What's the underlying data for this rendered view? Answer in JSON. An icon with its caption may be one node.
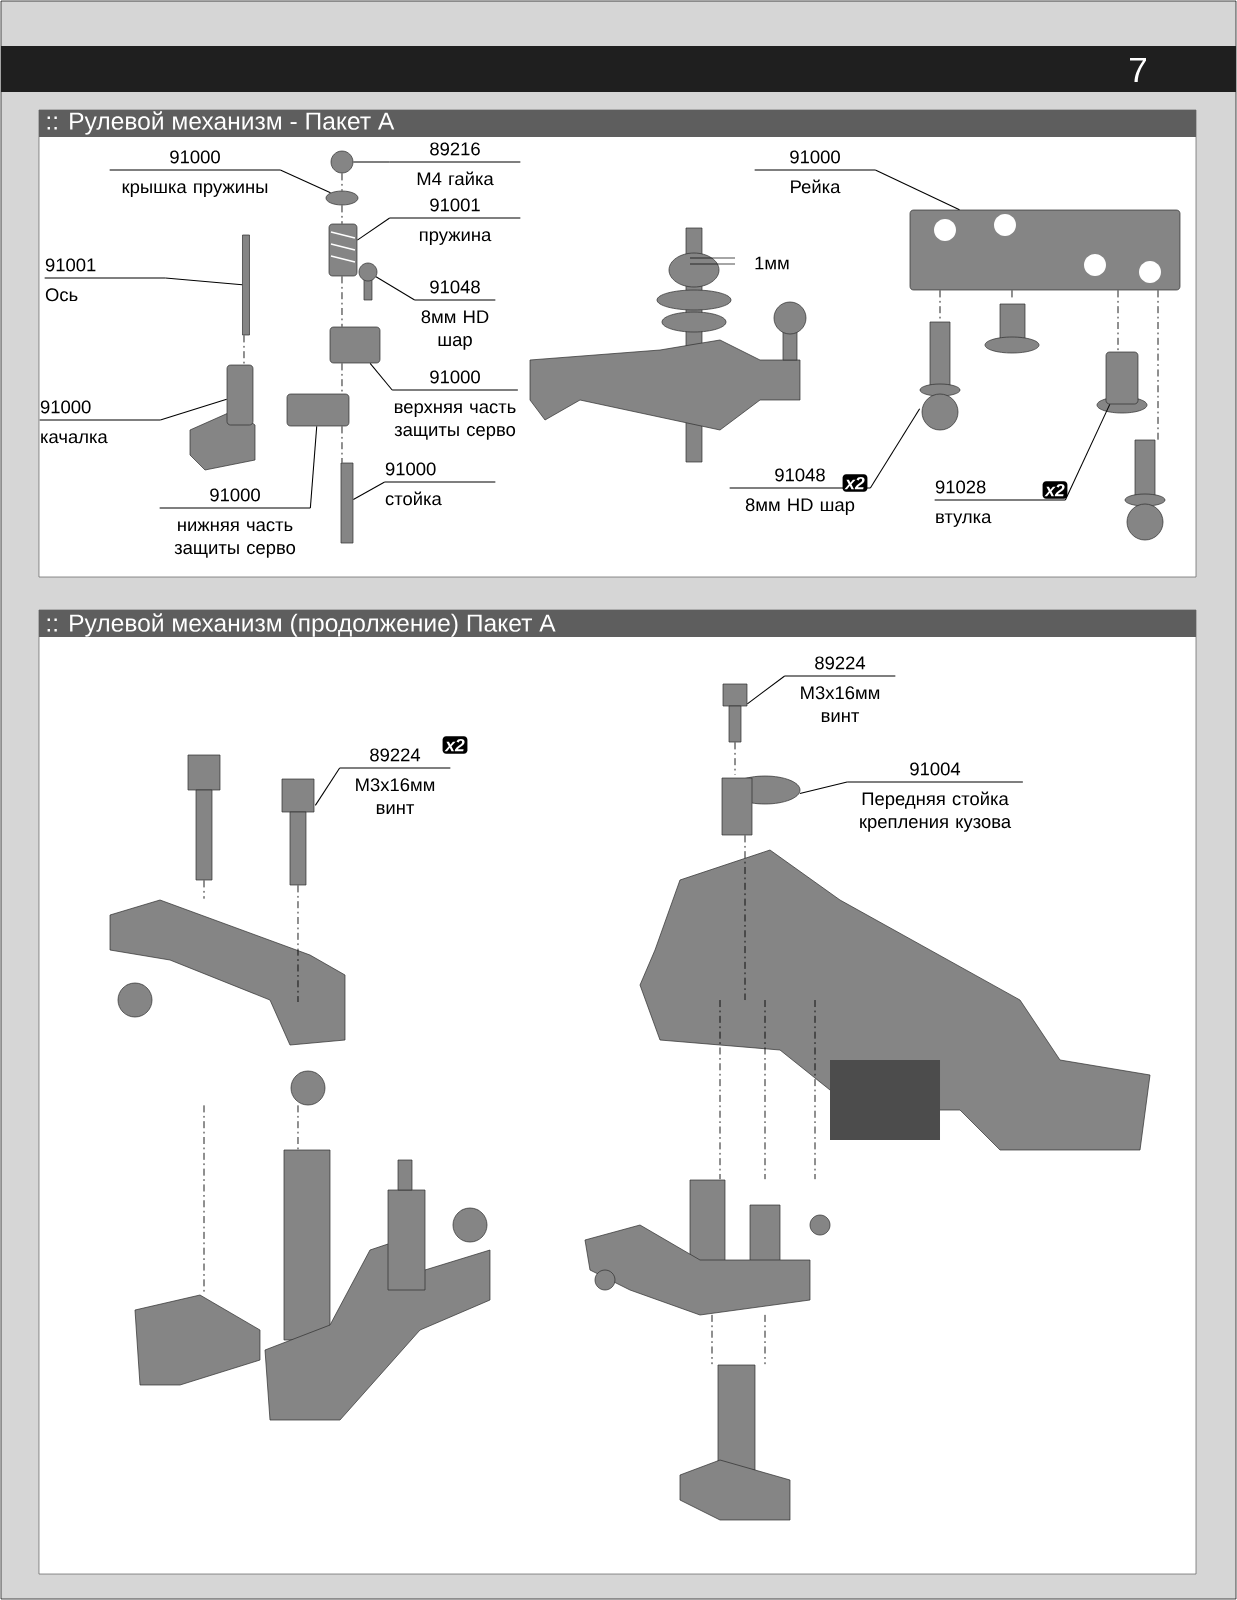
{
  "diagram": {
    "nodes": [
      {
        "text": [
          "91000",
          "крышка пружины"
        ]
      },
      {
        "text": [
          "89216",
          "М4 гайка"
        ]
      },
      {
        "text": [
          "91001",
          "пружина"
        ]
      },
      {
        "text": [
          "91001",
          "Ось"
        ]
      },
      {
        "text": [
          "91048",
          "8мм HD шар"
        ]
      },
      {
        "text": [
          "91000",
          "верхняя часть защиты серво"
        ]
      },
      {
        "text": [
          "91000",
          "качалка"
        ]
      },
      {
        "text": [
          "91000",
          "нижняя часть защиты серво"
        ]
      },
      {
        "text": [
          "91000",
          "стойка"
        ]
      },
      {
        "text": [
          "91000",
          "Рейка"
        ]
      },
      {
        "text": [
          "91048",
          "8мм HD шар"
        ]
      },
      {
        "text": [
          "91028",
          "втулка"
        ]
      },
      {
        "text": [
          "89224",
          "М3x16мм винт"
        ]
      },
      {
        "text": [
          "89224",
          "М3x16мм винт"
        ]
      },
      {
        "text": [
          "91004",
          "Передняя стойка крепления кузова"
        ]
      },
      {
        "text": [],
        "shape": "circle"
      },
      {
        "text": [],
        "shape": "circle"
      },
      {
        "text": [],
        "shape": "box"
      },
      {
        "text": [],
        "shape": "bar"
      },
      {
        "text": [],
        "shape": "circle"
      },
      {
        "text": [],
        "shape": "box"
      },
      {
        "text": [],
        "shape": "picture"
      },
      {
        "text": [],
        "shape": "box"
      },
      {
        "text": [],
        "shape": "bar"
      },
      {
        "text": [],
        "shape": "picture"
      },
      {
        "text": [],
        "shape": "picture"
      },
      {
        "text": [],
        "shape": "box"
      },
      {
        "text": [],
        "shape": "picture"
      },
      {
        "text": [],
        "shape": "picture"
      },
      {
        "text": [],
        "shape": "picture"
      },
      {
        "text": [],
        "shape": "picture"
      },
      {
        "text": [],
        "shape": "picture"
      },
      {
        "text": [],
        "shape": "picture"
      },
      {
        "text": [],
        "shape": "picture"
      },
      {
        "text": [],
        "shape": "picture"
      },
      {
        "text": [],
        "shape": "picture"
      },
      {
        "text": [],
        "shape": "picture"
      },
      {
        "text": [],
        "shape": "picture"
      },
      {
        "text": [],
        "shape": "picture"
      }
    ],
    "edges": [
      {
        "from": 0,
        "to": 15,
        "arrow": "none"
      },
      {
        "from": 1,
        "to": 16,
        "arrow": "none"
      },
      {
        "from": 2,
        "to": 17,
        "arrow": "none"
      },
      {
        "from": 3,
        "to": 18,
        "arrow": "none"
      },
      {
        "from": 4,
        "to": 19,
        "arrow": "none"
      },
      {
        "from": 5,
        "to": 20,
        "arrow": "none"
      },
      {
        "from": 6,
        "to": 21,
        "arrow": "none"
      },
      {
        "from": 7,
        "to": 22,
        "arrow": "none"
      },
      {
        "from": 8,
        "to": 23,
        "arrow": "none"
      },
      {
        "from": 9,
        "to": 24,
        "arrow": "none"
      },
      {
        "from": 10,
        "to": 25,
        "arrow": "none"
      },
      {
        "from": 11,
        "to": 26,
        "arrow": "none"
      },
      {
        "from": 12,
        "to": 27,
        "arrow": "none"
      },
      {
        "from": 13,
        "to": 28,
        "arrow": "none"
      },
      {
        "from": 14,
        "to": 29,
        "arrow": "none"
      },
      {
        "from": 16,
        "to": 15,
        "arrow": "none",
        "style": "dashed"
      },
      {
        "from": 15,
        "to": 17,
        "arrow": "none",
        "style": "dashed"
      },
      {
        "from": 17,
        "to": 20,
        "arrow": "none",
        "style": "dashed"
      },
      {
        "from": 20,
        "to": 22,
        "arrow": "none",
        "style": "dashed"
      },
      {
        "from": 22,
        "to": 23,
        "arrow": "none",
        "style": "dashed"
      },
      {
        "from": 18,
        "to": 21,
        "arrow": "none",
        "style": "dashed"
      },
      {
        "from": 24,
        "to": 25,
        "arrow": "none",
        "style": "dashed"
      },
      {
        "from": 24,
        "to": 31,
        "arrow": "none",
        "style": "dashed"
      },
      {
        "from": 24,
        "to": 26,
        "arrow": "none",
        "style": "dashed"
      },
      {
        "from": 24,
        "to": 30,
        "arrow": "none",
        "style": "dashed"
      },
      {
        "from": 33,
        "to": 32,
        "arrow": "none",
        "style": "dashed"
      },
      {
        "from": 27,
        "to": 32,
        "arrow": "none",
        "style": "dashed"
      },
      {
        "from": 32,
        "to": 34,
        "arrow": "none",
        "style": "dashed"
      },
      {
        "from": 32,
        "to": 38,
        "arrow": "none",
        "style": "dashed"
      },
      {
        "from": 28,
        "to": 29,
        "arrow": "none",
        "style": "dashed"
      },
      {
        "from": 29,
        "to": 35,
        "arrow": "none",
        "style": "dashed"
      },
      {
        "from": 35,
        "to": 36,
        "arrow": "none",
        "style": "dashed"
      },
      {
        "from": 35,
        "to": 36,
        "arrow": "none",
        "style": "dashed"
      },
      {
        "from": 35,
        "to": 36,
        "arrow": "none",
        "style": "dashed"
      },
      {
        "from": 36,
        "to": 37,
        "arrow": "none",
        "style": "dashed"
      },
      {
        "from": 36,
        "to": 37,
        "arrow": "none",
        "style": "dashed"
      }
    ],
    "labels": [
      "7",
      ":: Рулевой механизм - Пакет А",
      "1мм",
      "x2",
      "x2",
      ":: Рулевой механизм (продолжение) Пакет А",
      "x2"
    ]
  }
}
